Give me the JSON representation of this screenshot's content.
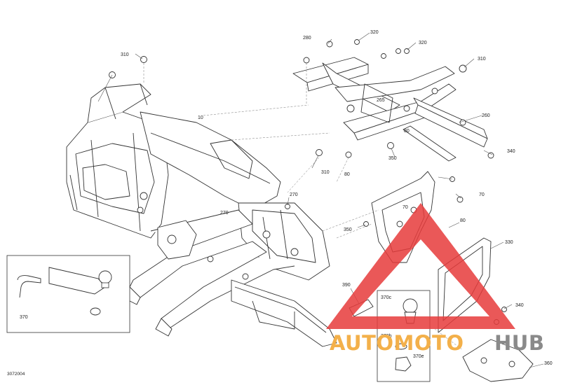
{
  "diagram_code": "3072004",
  "watermark": {
    "brand_part1": "AUTOMOTO",
    "brand_part2": "HUB",
    "triangle_color": "#e63b3b",
    "text_color": "#f3b04a",
    "hub_color": "#8a8a8a"
  },
  "labels": {
    "l10": "10",
    "l70a": "70",
    "l70b": "70",
    "l80a": "80",
    "l80b": "80",
    "l80c": "80",
    "l260": "260",
    "l265": "265",
    "l270a": "270",
    "l270b": "270",
    "l280": "280",
    "l310a": "310",
    "l310b": "310",
    "l310c": "310",
    "l320a": "320",
    "l320b": "320",
    "l330": "330",
    "l340a": "340",
    "l340b": "340",
    "l350a": "350",
    "l350b": "350",
    "l360": "360",
    "l370": "370",
    "l370b": "370b",
    "l370c": "370c",
    "l370e": "370e",
    "l390": "390"
  }
}
